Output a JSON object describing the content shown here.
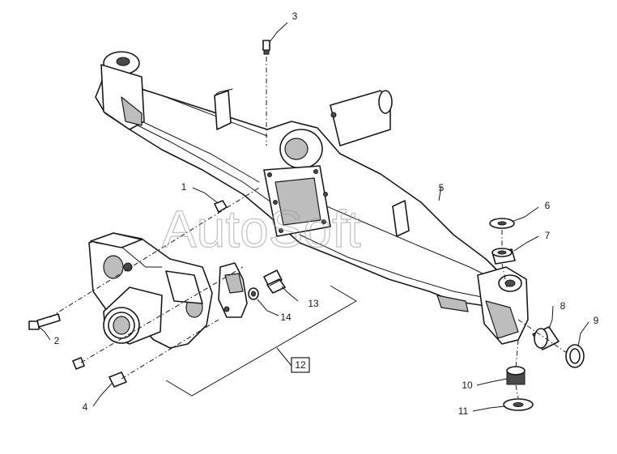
{
  "watermark": "AutoSoft",
  "callouts": [
    {
      "id": "1",
      "label": "1"
    },
    {
      "id": "2",
      "label": "2"
    },
    {
      "id": "3",
      "label": "3"
    },
    {
      "id": "4",
      "label": "4"
    },
    {
      "id": "5",
      "label": "5"
    },
    {
      "id": "6",
      "label": "6"
    },
    {
      "id": "7",
      "label": "7"
    },
    {
      "id": "8",
      "label": "8"
    },
    {
      "id": "9",
      "label": "9"
    },
    {
      "id": "10",
      "label": "10"
    },
    {
      "id": "11",
      "label": "11"
    },
    {
      "id": "12",
      "label": "12"
    },
    {
      "id": "13",
      "label": "13"
    },
    {
      "id": "14",
      "label": "14"
    }
  ]
}
